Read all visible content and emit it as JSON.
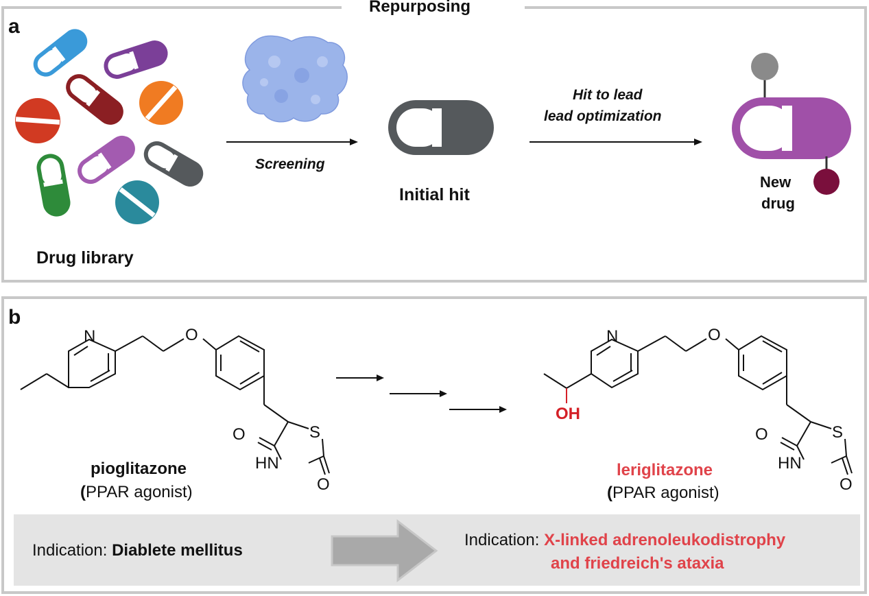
{
  "panel_a": {
    "header": "Repurposing",
    "label": "a",
    "library_label": "Drug library",
    "screening_label": "Screening",
    "hit_label": "Initial hit",
    "optimization_line1": "Hit to lead",
    "optimization_line2": "lead optimization",
    "new_drug_line1": "New",
    "new_drug_line2": "drug"
  },
  "panel_b": {
    "label": "b",
    "left_compound": "pioglitazone",
    "left_class_open": "(",
    "left_class": "PPAR agonist)",
    "right_compound": "leriglitazone",
    "right_class_open": "(",
    "right_class": "PPAR agonist)",
    "atoms": {
      "n": "N",
      "o": "O",
      "s": "S",
      "o_keto": "O",
      "o_carbonyl": "O",
      "hn": "HN",
      "oh": "OH"
    },
    "indication_prefix": "Indication: ",
    "left_indication": "Diablete mellitus",
    "right_indication_line1": "X-linked adrenoleukodistrophy",
    "right_indication_line2": "and friedreich's ataxia"
  },
  "colors": {
    "red_text": "#e0434a",
    "oh_red": "#d42027",
    "blue_capsule": "#3a9ad9",
    "purple_capsule": "#7b3f98",
    "dark_red_capsule": "#8b1f23",
    "red_tablet": "#d13a22",
    "orange_tablet": "#f07b22",
    "green_capsule": "#2e8b3a",
    "pink_capsule": "#a35bb0",
    "gray_capsule": "#55595c",
    "teal_tablet": "#2a8a9c",
    "new_drug": "#a050a8",
    "maroon_dot": "#7a0f3c",
    "gray_dot": "#8a8a8a",
    "protein": "#9bb4ea",
    "panel_border": "#c8c8c8",
    "banner": "#e4e4e4"
  },
  "icons": [
    "capsule-icon",
    "tablet-icon",
    "protein-icon",
    "arrow-icon"
  ]
}
